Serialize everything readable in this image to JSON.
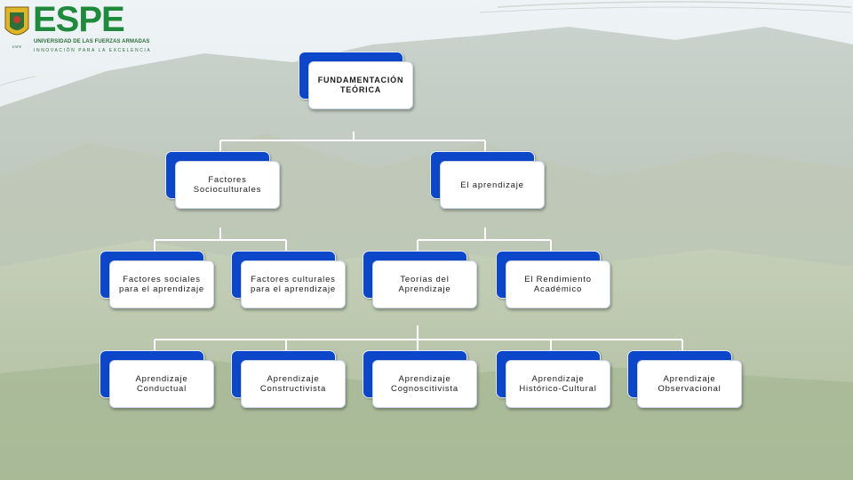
{
  "brand": {
    "name": "ESPE",
    "subtitle": "UNIVERSIDAD DE LAS FUERZAS ARMADAS",
    "tagline": "INNOVACIÓN PARA LA EXCELENCIA",
    "logo": "espe-crest-icon",
    "green": "#1f8a3b"
  },
  "colors": {
    "box_back": "#0d47c9",
    "box_front": "#ffffff",
    "connector": "#ffffff"
  },
  "diagram": {
    "root": "FUNDAMENTACIÓN TEÓRICA",
    "level1": [
      "Factores Socioculturales",
      "El aprendizaje"
    ],
    "level2": [
      "Factores sociales para el aprendizaje",
      "Factores culturales para el aprendizaje",
      "Teorías del Aprendizaje",
      "El Rendimiento Académico"
    ],
    "level3": [
      "Aprendizaje Conductual",
      "Aprendizaje Constructivista",
      "Aprendizaje Cognoscitivista",
      "Aprendizaje Histórico-Cultural",
      "Aprendizaje Observacional"
    ]
  }
}
